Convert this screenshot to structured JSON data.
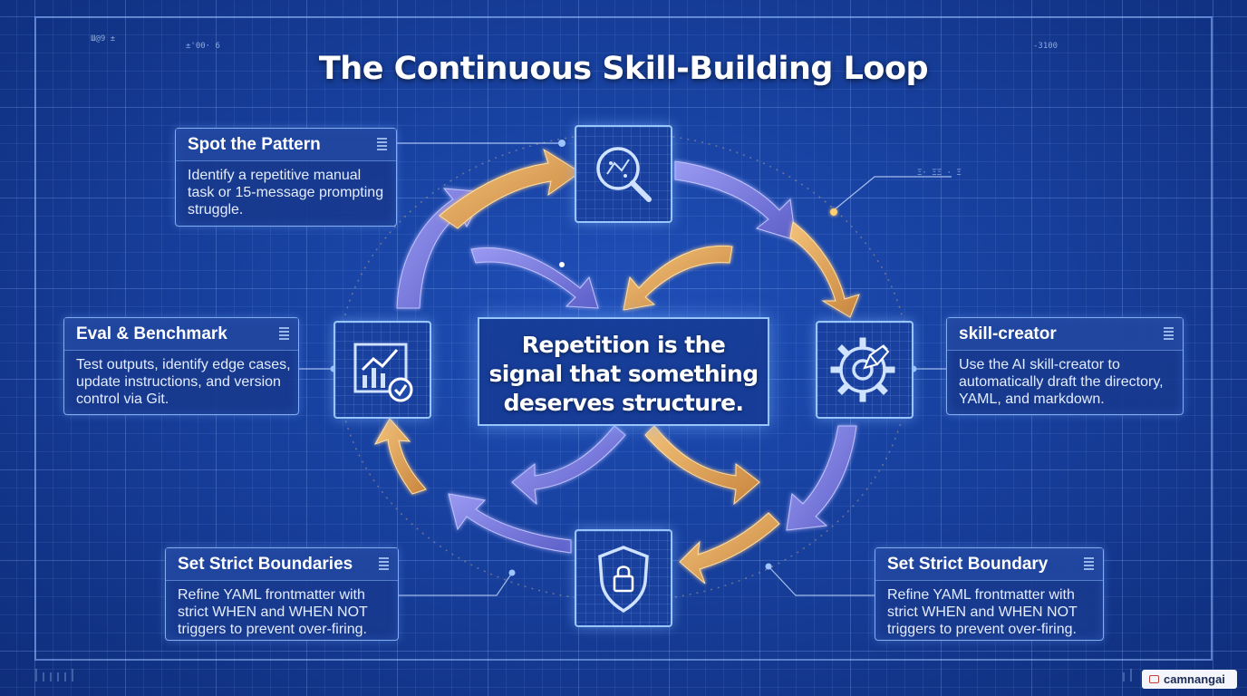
{
  "title": "The Continuous Skill-Building Loop",
  "center_message": {
    "line1": "Repetition is the",
    "line2": "signal that something",
    "line3": "deserves structure."
  },
  "cards": {
    "spot": {
      "title": "Spot the Pattern",
      "body": "Identify a repetitive manual task or 15-message prompting struggle."
    },
    "creator": {
      "title": "skill-creator",
      "body": "Use the AI skill-creator to automatically draft the directory, YAML, and markdown."
    },
    "boundary_right": {
      "title": "Set Strict Boundary",
      "body": "Refine YAML frontmatter with strict WHEN and WHEN NOT triggers to prevent over-firing."
    },
    "boundaries_left": {
      "title": "Set Strict Boundaries",
      "body": "Refine YAML frontmatter with strict WHEN and WHEN NOT triggers to prevent over-firing."
    },
    "eval": {
      "title": "Eval & Benchmark",
      "body": "Test outputs, identify edge cases, update instructions, and version control via Git."
    }
  },
  "icons": {
    "top": "magnifier-pattern-icon",
    "right": "gear-pencil-icon",
    "bottom": "shield-lock-icon",
    "left": "chart-check-icon"
  },
  "colors": {
    "background": "#17409e",
    "arrow_gold": "#e2a858",
    "arrow_purple": "#7e7ee0",
    "card_border": "#96c3ff"
  },
  "watermark": "camnangai",
  "annotations": {
    "top_left": "Ш@9 ±",
    "top_mid": "±'00· 6",
    "top_right": "-3100",
    "right_side": "Ξ· ΞΞ · Ξ"
  }
}
